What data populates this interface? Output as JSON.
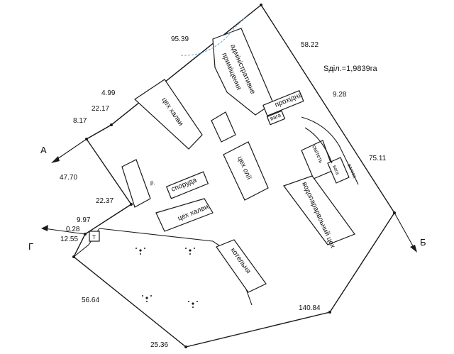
{
  "plan": {
    "area_label": "Sділ.=1,9839га",
    "section_letters": [
      "А",
      "Б",
      "Г"
    ],
    "dimensions": [
      "95.39",
      "58.22",
      "4.99",
      "22.17",
      "8.17",
      "9.28",
      "75.11",
      "47.70",
      "22.37",
      "9.97",
      "0.28",
      "12.55",
      "56.64",
      "140.84",
      "25.36"
    ],
    "buildings": {
      "admin": "адміністративне приміщення",
      "admin_line1": "адміністративне",
      "admin_line2": "приміщення",
      "passage": "прохідна",
      "scale_top": "вага",
      "halva_1": "цех халви",
      "oil": "цех олії",
      "structure": "споруда",
      "halva_2": "цех халви",
      "waste": "смітєть",
      "scale_right": "вага",
      "scale_right2": "вагова",
      "water": "водопарарвоьний цех",
      "boiler": "котельня",
      "transformer": "Т",
      "misc_r": "р."
    }
  }
}
